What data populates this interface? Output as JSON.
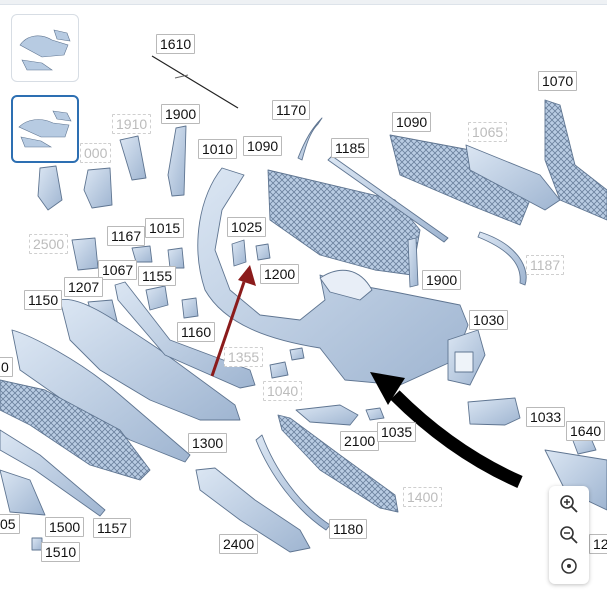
{
  "thumbnails": [
    {
      "icon": "parts-overview-thumbnail",
      "active": false
    },
    {
      "icon": "bumper-assembly-thumbnail",
      "active": true
    }
  ],
  "callouts": [
    {
      "text": "1610",
      "dim": false
    },
    {
      "text": "1170",
      "dim": false
    },
    {
      "text": "1070",
      "dim": false
    },
    {
      "text": "1910",
      "dim": true
    },
    {
      "text": "1900",
      "dim": false
    },
    {
      "text": "1090",
      "dim": false
    },
    {
      "text": "000",
      "dim": true
    },
    {
      "text": "1010",
      "dim": false
    },
    {
      "text": "1090",
      "dim": false
    },
    {
      "text": "1185",
      "dim": false
    },
    {
      "text": "1065",
      "dim": true
    },
    {
      "text": "1167",
      "dim": false
    },
    {
      "text": "1015",
      "dim": false
    },
    {
      "text": "1025",
      "dim": false
    },
    {
      "text": "2500",
      "dim": true
    },
    {
      "text": "1067",
      "dim": false
    },
    {
      "text": "1155",
      "dim": false
    },
    {
      "text": "1200",
      "dim": false
    },
    {
      "text": "1900",
      "dim": false
    },
    {
      "text": "1187",
      "dim": true
    },
    {
      "text": "1207",
      "dim": false
    },
    {
      "text": "1150",
      "dim": false
    },
    {
      "text": "1030",
      "dim": false
    },
    {
      "text": "1160",
      "dim": false
    },
    {
      "text": "1355",
      "dim": true
    },
    {
      "text": "0",
      "dim": false
    },
    {
      "text": "1040",
      "dim": true
    },
    {
      "text": "1033",
      "dim": false
    },
    {
      "text": "1640",
      "dim": false
    },
    {
      "text": "2100",
      "dim": false
    },
    {
      "text": "1035",
      "dim": false
    },
    {
      "text": "1300",
      "dim": false
    },
    {
      "text": "1400",
      "dim": true
    },
    {
      "text": "05",
      "dim": false
    },
    {
      "text": "1500",
      "dim": false
    },
    {
      "text": "1157",
      "dim": false
    },
    {
      "text": "1180",
      "dim": false
    },
    {
      "text": "2400",
      "dim": false
    },
    {
      "text": "12",
      "dim": false
    },
    {
      "text": "1510",
      "dim": false
    }
  ],
  "zoom_controls": {
    "zoom_in_icon": "zoom-in-icon",
    "zoom_out_icon": "zoom-out-icon",
    "reset_icon": "reset-view-icon"
  },
  "colors": {
    "part_fill": "#b7cbe2",
    "part_stroke": "#5f7591",
    "highlight_arrow": "#8b1b1b",
    "pointer_arrow": "#000000",
    "active_thumbnail_border": "#2d6fb2"
  }
}
